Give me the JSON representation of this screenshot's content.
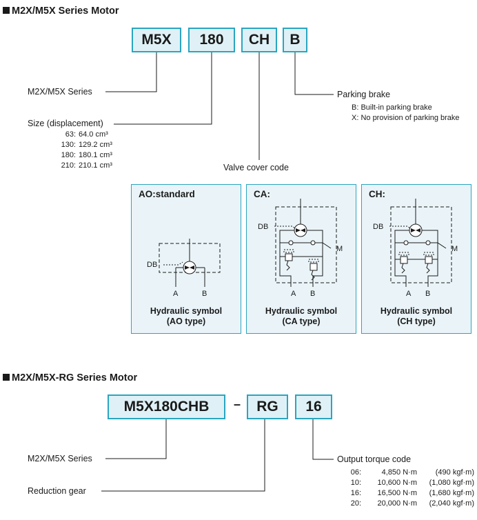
{
  "section1": {
    "title": "M2X/M5X Series Motor",
    "codes": [
      "M5X",
      "180",
      "CH",
      "B"
    ],
    "series_label": "M2X/M5X Series",
    "size_label": "Size (displacement)",
    "sizes": [
      {
        "code": "63:",
        "value": "64.0 cm³"
      },
      {
        "code": "130:",
        "value": "129.2 cm³"
      },
      {
        "code": "180:",
        "value": "180.1 cm³"
      },
      {
        "code": "210:",
        "value": "210.1 cm³"
      }
    ],
    "valve_label": "Valve cover code",
    "brake_label": "Parking brake",
    "brake_options": [
      "B: Built-in parking brake",
      "X: No provision of parking brake"
    ],
    "panels": [
      {
        "title": "AO:standard",
        "cap1": "Hydraulic symbol",
        "cap2": "(AO type)"
      },
      {
        "title": "CA:",
        "cap1": "Hydraulic symbol",
        "cap2": "(CA type)"
      },
      {
        "title": "CH:",
        "cap1": "Hydraulic symbol",
        "cap2": "(CH type)"
      }
    ],
    "symbol_labels": {
      "db": "DB",
      "a": "A",
      "b": "B",
      "m": "M"
    }
  },
  "section2": {
    "title": "M2X/M5X-RG Series Motor",
    "codes": [
      "M5X180CHB",
      "RG",
      "16"
    ],
    "dash": "–",
    "series_label": "M2X/M5X Series",
    "gear_label": "Reduction gear",
    "torque_label": "Output torque code",
    "torques": [
      {
        "code": "06:",
        "value": "4,850 N·m",
        "kgf": "(490 kgf·m)"
      },
      {
        "code": "10:",
        "value": "10,600 N·m",
        "kgf": "(1,080 kgf·m)"
      },
      {
        "code": "16:",
        "value": "16,500 N·m",
        "kgf": "(1,680 kgf·m)"
      },
      {
        "code": "20:",
        "value": "20,000 N·m",
        "kgf": "(2,040 kgf·m)"
      }
    ]
  },
  "colors": {
    "accent": "#2aa5c0",
    "box_fill": "#dff1f6",
    "panel_fill": "#eaf4f8"
  }
}
